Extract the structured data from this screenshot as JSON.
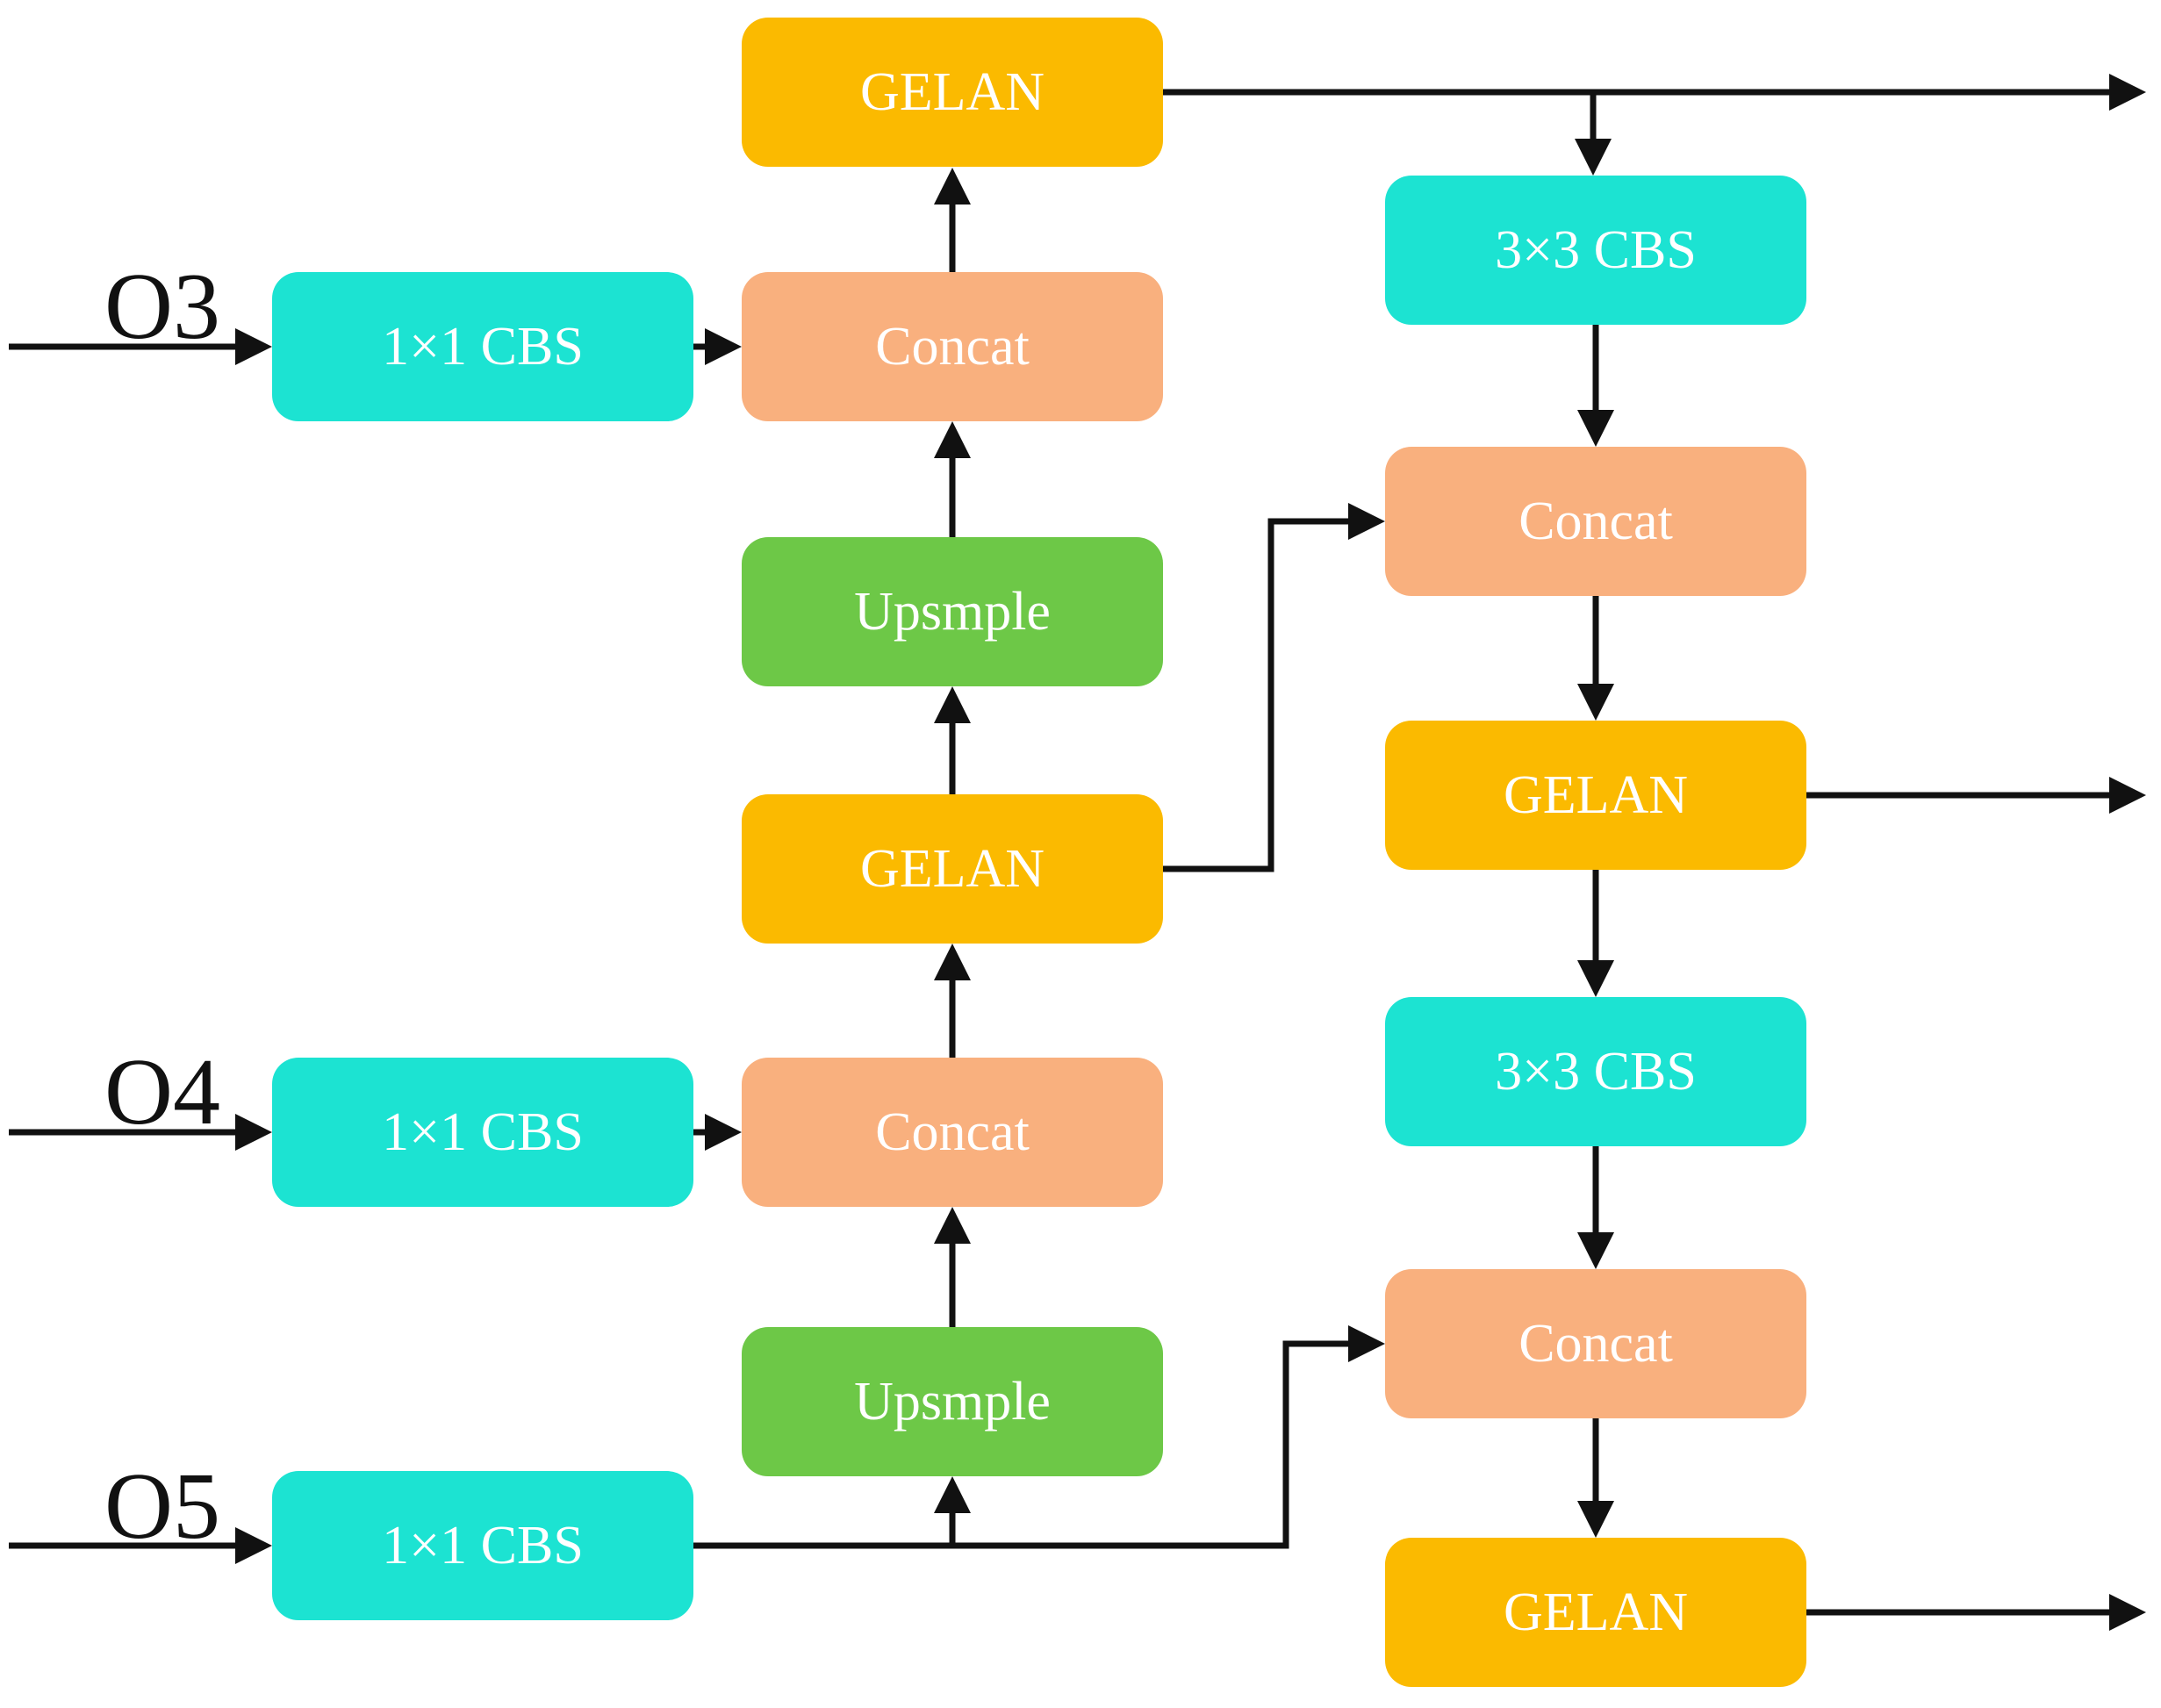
{
  "diagram": {
    "background": "#ffffff",
    "colors": {
      "gelan": "#FBBA00",
      "cbs": "#1CE3D2",
      "concat": "#F9B07E",
      "upsample": "#6DC847",
      "arrow": "#111111",
      "node_text": "#FFFFFF",
      "label_text": "#111111"
    },
    "inputs": [
      {
        "id": "o3",
        "label": "O3"
      },
      {
        "id": "o4",
        "label": "O4"
      },
      {
        "id": "o5",
        "label": "O5"
      }
    ],
    "nodes": [
      {
        "id": "gelan-top",
        "label": "GELAN"
      },
      {
        "id": "cbs-1x1-o3",
        "label": "1×1 CBS"
      },
      {
        "id": "concat-o3",
        "label": "Concat"
      },
      {
        "id": "upsmple-1",
        "label": "Upsmple"
      },
      {
        "id": "gelan-mid",
        "label": "GELAN"
      },
      {
        "id": "cbs-1x1-o4",
        "label": "1×1 CBS"
      },
      {
        "id": "concat-o4",
        "label": "Concat"
      },
      {
        "id": "upsmple-2",
        "label": "Upsmple"
      },
      {
        "id": "cbs-1x1-o5",
        "label": "1×1 CBS"
      },
      {
        "id": "cbs-3x3-1",
        "label": "3×3 CBS"
      },
      {
        "id": "concat-right-1",
        "label": "Concat"
      },
      {
        "id": "gelan-right-1",
        "label": "GELAN"
      },
      {
        "id": "cbs-3x3-2",
        "label": "3×3 CBS"
      },
      {
        "id": "concat-right-2",
        "label": "Concat"
      },
      {
        "id": "gelan-right-2",
        "label": "GELAN"
      }
    ]
  }
}
